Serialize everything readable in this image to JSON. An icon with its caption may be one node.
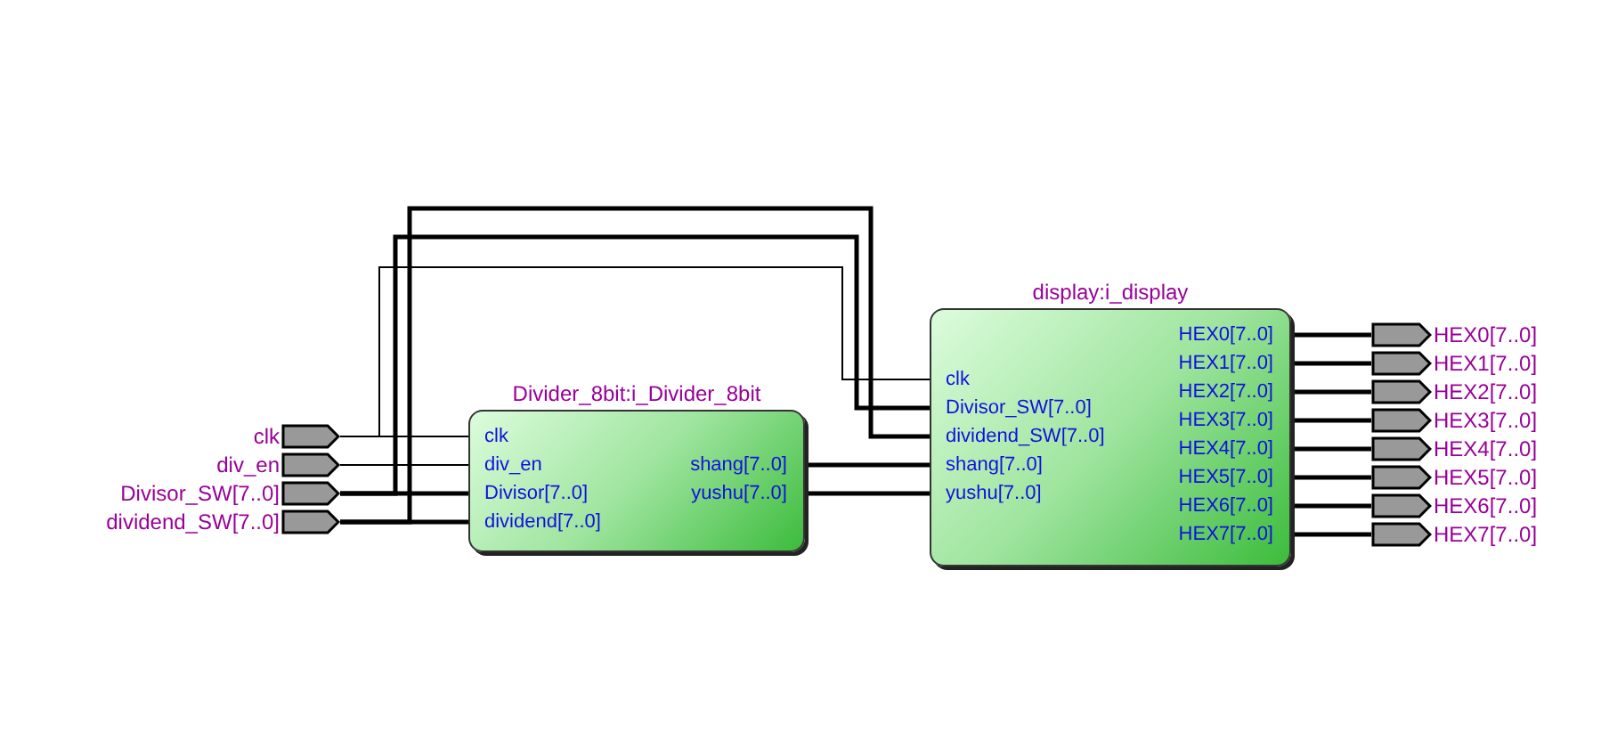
{
  "diagram": {
    "nodes": [
      {
        "text": [],
        "shape": "pentagon",
        "beside": [
          "clk"
        ]
      },
      {
        "text": [],
        "shape": "pentagon",
        "beside": [
          "div_en"
        ]
      },
      {
        "text": [],
        "shape": "pentagon",
        "beside": [
          "Divisor_SW[7..0]"
        ]
      },
      {
        "text": [],
        "shape": "pentagon",
        "beside": [
          "dividend_SW[7..0]"
        ]
      },
      {
        "text": [
          "Divider_8bit:i_Divider_8bit"
        ]
      },
      {
        "text": [
          "clk"
        ],
        "in": 4
      },
      {
        "text": [
          "div_en"
        ],
        "in": 4
      },
      {
        "text": [
          "Divisor[7..0]"
        ],
        "in": 4
      },
      {
        "text": [
          "dividend[7..0]"
        ],
        "in": 4
      },
      {
        "text": [
          "shang[7..0]"
        ],
        "in": 4
      },
      {
        "text": [
          "yushu[7..0]"
        ],
        "in": 4
      },
      {
        "text": [
          "display:i_display"
        ]
      },
      {
        "text": [
          "clk"
        ],
        "in": 11
      },
      {
        "text": [
          "Divisor_SW[7..0]"
        ],
        "in": 11
      },
      {
        "text": [
          "dividend_SW[7..0]"
        ],
        "in": 11
      },
      {
        "text": [
          "shang[7..0]"
        ],
        "in": 11
      },
      {
        "text": [
          "yushu[7..0]"
        ],
        "in": 11
      },
      {
        "text": [
          "HEX0[7..0]"
        ],
        "in": 11
      },
      {
        "text": [
          "HEX1[7..0]"
        ],
        "in": 11
      },
      {
        "text": [
          "HEX2[7..0]"
        ],
        "in": 11
      },
      {
        "text": [
          "HEX3[7..0]"
        ],
        "in": 11
      },
      {
        "text": [
          "HEX4[7..0]"
        ],
        "in": 11
      },
      {
        "text": [
          "HEX5[7..0]"
        ],
        "in": 11
      },
      {
        "text": [
          "HEX6[7..0]"
        ],
        "in": 11
      },
      {
        "text": [
          "HEX7[7..0]"
        ],
        "in": 11
      },
      {
        "text": [],
        "shape": "pentagon",
        "beside": [
          "HEX0[7..0]"
        ]
      },
      {
        "text": [],
        "shape": "pentagon",
        "beside": [
          "HEX1[7..0]"
        ]
      },
      {
        "text": [],
        "shape": "pentagon",
        "beside": [
          "HEX2[7..0]"
        ]
      },
      {
        "text": [],
        "shape": "pentagon",
        "beside": [
          "HEX3[7..0]"
        ]
      },
      {
        "text": [],
        "shape": "pentagon",
        "beside": [
          "HEX4[7..0]"
        ]
      },
      {
        "text": [],
        "shape": "pentagon",
        "beside": [
          "HEX5[7..0]"
        ]
      },
      {
        "text": [],
        "shape": "pentagon",
        "beside": [
          "HEX6[7..0]"
        ]
      },
      {
        "text": [],
        "shape": "pentagon",
        "beside": [
          "HEX7[7..0]"
        ]
      }
    ],
    "edges": [
      {
        "from": 0,
        "to": 5,
        "arrow": "none"
      },
      {
        "from": 0,
        "to": 12,
        "arrow": "none"
      },
      {
        "from": 1,
        "to": 6,
        "arrow": "none"
      },
      {
        "from": 2,
        "to": 7,
        "arrow": "none"
      },
      {
        "from": 2,
        "to": 13,
        "arrow": "none"
      },
      {
        "from": 3,
        "to": 8,
        "arrow": "none"
      },
      {
        "from": 3,
        "to": 14,
        "arrow": "none"
      },
      {
        "from": 9,
        "to": 15,
        "arrow": "none"
      },
      {
        "from": 10,
        "to": 16,
        "arrow": "none"
      },
      {
        "from": 17,
        "to": 25,
        "arrow": "none"
      },
      {
        "from": 18,
        "to": 26,
        "arrow": "none"
      },
      {
        "from": 19,
        "to": 27,
        "arrow": "none"
      },
      {
        "from": 20,
        "to": 28,
        "arrow": "none"
      },
      {
        "from": 21,
        "to": 29,
        "arrow": "none"
      },
      {
        "from": 22,
        "to": 30,
        "arrow": "none"
      },
      {
        "from": 23,
        "to": 31,
        "arrow": "none"
      },
      {
        "from": 24,
        "to": 32,
        "arrow": "none"
      }
    ]
  }
}
